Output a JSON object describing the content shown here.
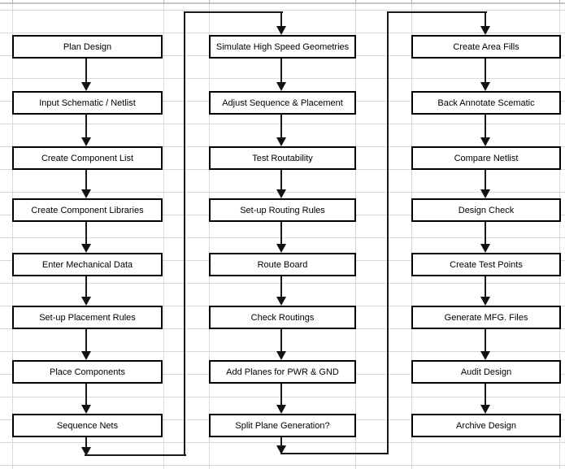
{
  "diagram": {
    "columns": [
      {
        "name": "column-1",
        "boxes": [
          "Plan Design",
          "Input Schematic / Netlist",
          "Create Component List",
          "Create Component Libraries",
          "Enter Mechanical Data",
          "Set-up Placement Rules",
          "Place Components",
          "Sequence Nets"
        ]
      },
      {
        "name": "column-2",
        "boxes": [
          "Simulate High Speed Geometries",
          "Adjust Sequence & Placement",
          "Test Routability",
          "Set-up Routing Rules",
          "Route Board",
          "Check Routings",
          "Add Planes for PWR & GND",
          "Split Plane Generation?"
        ]
      },
      {
        "name": "column-3",
        "boxes": [
          "Create Area Fills",
          "Back Annotate Scematic",
          "Compare Netlist",
          "Design Check",
          "Create Test Points",
          "Generate MFG. Files",
          "Audit Design",
          "Archive Design"
        ]
      }
    ],
    "colors": {
      "box_fill": "#ffffff",
      "box_border": "#000000",
      "text": "#000000",
      "grid_line": "#d9d9d9",
      "connector": "#1a1a1a"
    }
  }
}
